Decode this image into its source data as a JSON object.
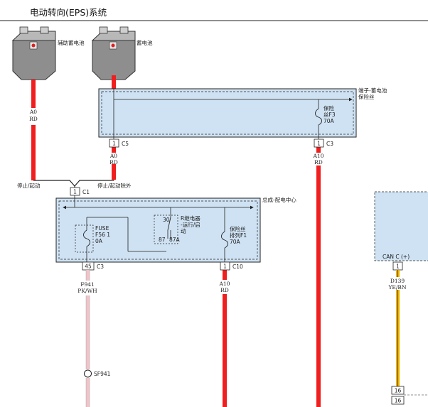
{
  "title": "电动转向(EPS)系统",
  "components": {
    "aux_battery": {
      "label": "辅助蓄电池",
      "icon": "battery-icon"
    },
    "battery": {
      "label": "蓄电池",
      "icon": "battery-icon"
    },
    "sf941": {
      "label": "SF941"
    }
  },
  "boxes": {
    "battery_fuse_box": {
      "label_line1": "端子-蓄电池",
      "label_line2": "保险丝",
      "fuse_line1": "保险",
      "fuse_line2": "丝F3",
      "fuse_amp": "70A"
    },
    "power_center": {
      "label": "总成-配电中心",
      "fuse_small_line1": "FUSE",
      "fuse_small_line2": "F56 1",
      "fuse_small_line3": "0A",
      "relay_line1": "R继电器",
      "relay_line2": "-运行/启",
      "relay_line3": "动",
      "relay_pin_top": "30",
      "relay_pin_left": "87",
      "relay_pin_right": "87A",
      "fuse_big_line1": "保险丝",
      "fuse_big_line2": "排列F1",
      "fuse_big_amp": "70A"
    },
    "can_module": {
      "label": "CAN C (+)"
    }
  },
  "wires": {
    "aux_battery_wire": {
      "id": "A0",
      "color": "RD"
    },
    "c5_wire": {
      "id": "A0",
      "color": "RD"
    },
    "c3_top_wire": {
      "id": "A10",
      "color": "RD"
    },
    "c10_wire": {
      "id": "A10",
      "color": "RD"
    },
    "c3_bottom_wire": {
      "id": "F941",
      "color": "PK/WH"
    },
    "can_wire": {
      "id": "D139",
      "color": "YE/BN"
    }
  },
  "connectors": {
    "c5": {
      "pin": "1",
      "name": "C5"
    },
    "c3_top": {
      "pin": "1",
      "name": "C3"
    },
    "c1": {
      "pin": "1",
      "name": "C1"
    },
    "c3_bottom": {
      "pin": "45",
      "name": "C3"
    },
    "c10": {
      "pin": "1",
      "name": "C10"
    },
    "can_pin": {
      "pin": "1"
    },
    "bottom_pin_a": {
      "pin": "16"
    },
    "bottom_pin_b": {
      "pin": "16"
    }
  },
  "splice_labels": {
    "left": "停止/起动",
    "right": "停止/起动除外"
  },
  "colors": {
    "red_wire": "#f01e1e",
    "pink_wire": "#f0c4c8",
    "yellow_wire": "#e8b400",
    "brown_stripe": "#7a4a12",
    "box_fill": "#cfe2f3",
    "battery_body": "#8e8e8e"
  }
}
